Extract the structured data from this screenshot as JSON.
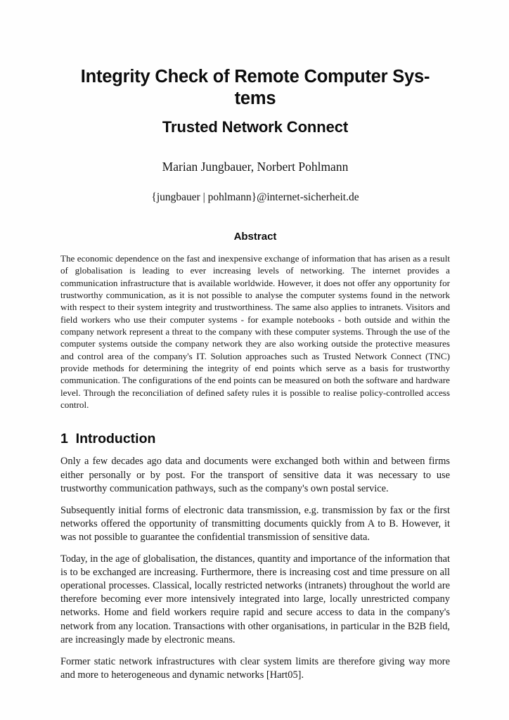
{
  "document": {
    "title_line1": "Integrity Check of Remote Computer Sys-",
    "title_line2": "tems",
    "subtitle": "Trusted Network Connect",
    "authors": "Marian Jungbauer, Norbert Pohlmann",
    "email": "{jungbauer | pohlmann}@internet-sicherheit.de"
  },
  "abstract": {
    "heading": "Abstract",
    "body": "The economic dependence on the fast and inexpensive exchange of information that has arisen as a result of globalisation is leading to ever increasing levels of networking. The internet provides a communication infrastructure that is available worldwide. However, it does not offer any opportunity for trustworthy communication, as it is not possible to analyse the computer systems found in the network with respect to their system integrity and trustworthiness. The same also applies to intranets. Visitors and field workers who use their computer systems - for example notebooks - both outside and within the company network represent a threat to the company with these computer systems. Through the use of the computer systems outside the company network they are also working outside the protective measures and control area of the company's IT. Solution approaches such as Trusted Network Connect (TNC) provide methods for determining the integrity of end points which serve as a basis for trustworthy communication. The configurations of the end points can be measured on both the software and hardware level. Through the reconciliation of defined safety rules it is possible to realise policy-controlled access control."
  },
  "introduction": {
    "heading": "1  Introduction",
    "paragraphs": [
      "Only a few decades ago data and documents were exchanged both within and between firms either personally or by post. For the transport of sensitive data it was necessary to use trustworthy communication pathways, such as the company's own postal service.",
      "Subsequently initial forms of electronic data transmission, e.g. transmission by fax or the first networks offered the opportunity of transmitting documents quickly from A to B. However, it was not possible to guarantee the confidential transmission of sensitive data.",
      "Today, in the age of globalisation, the distances, quantity and importance of the information that is to be exchanged are increasing. Furthermore, there is increasing cost and time pressure on all operational processes. Classical, locally restricted networks (intranets) throughout the world are therefore becoming ever more intensively integrated into large, locally unrestricted company networks. Home and field workers require rapid and secure access to data in the company's network from any location. Transactions with other organisations, in particular in the B2B field, are increasingly made by electronic means.",
      "Former static network infrastructures with clear system limits are therefore giving way more and more to heterogeneous and dynamic networks [Hart05]."
    ]
  },
  "colors": {
    "page_background": "#fefefe",
    "text": "#161616",
    "heading": "#0c0c0c"
  }
}
